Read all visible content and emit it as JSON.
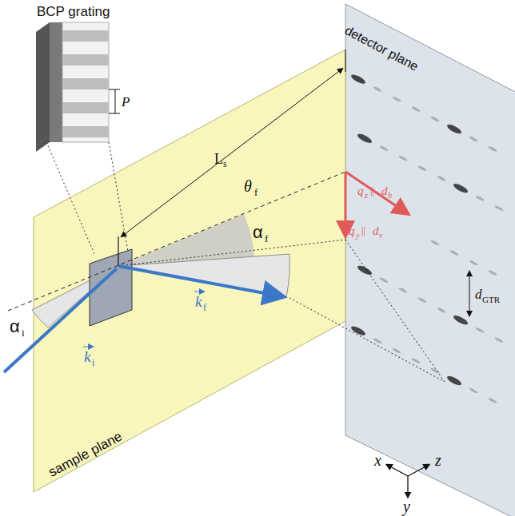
{
  "diagram": {
    "labels": [
      "BCP grating",
      "P",
      "detector plane",
      "L",
      "s",
      "θ",
      "f",
      "α",
      "f",
      "α",
      "i",
      "k",
      "i",
      "k",
      "f",
      "q",
      "z",
      "||",
      "d",
      "h",
      "q",
      "y",
      "||",
      "d",
      "v",
      "d",
      "GTR",
      "sample plane",
      "x",
      "y",
      "z"
    ]
  }
}
